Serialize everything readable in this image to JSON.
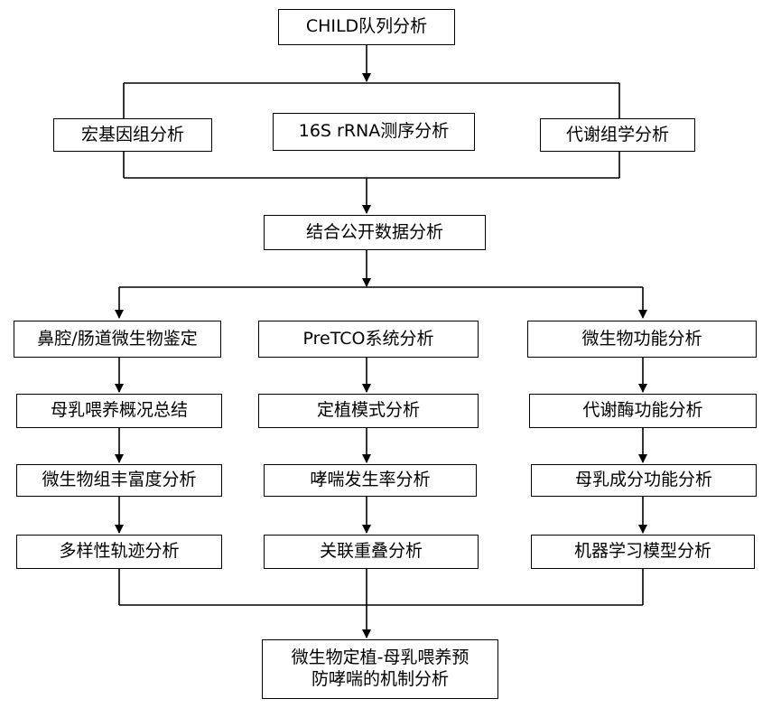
{
  "diagram": {
    "top": "CHILD队列分析",
    "omics": [
      "宏基因组分析",
      "16S rRNA测序分析",
      "代谢组学分析"
    ],
    "integration": "结合公开数据分析",
    "columns": [
      {
        "header": "鼻腔/肠道微生物鉴定",
        "steps": [
          "母乳喂养概况总结",
          "微生物组丰富度分析",
          "多样性轨迹分析"
        ]
      },
      {
        "header": "PreTCO系统分析",
        "steps": [
          "定植模式分析",
          "哮喘发生率分析",
          "关联重叠分析"
        ]
      },
      {
        "header": "微生物功能分析",
        "steps": [
          "代谢酶功能分析",
          "母乳成分功能分析",
          "机器学习模型分析"
        ]
      }
    ],
    "final": [
      "微生物定植-母乳喂养预",
      "防哮喘的机制分析"
    ]
  }
}
